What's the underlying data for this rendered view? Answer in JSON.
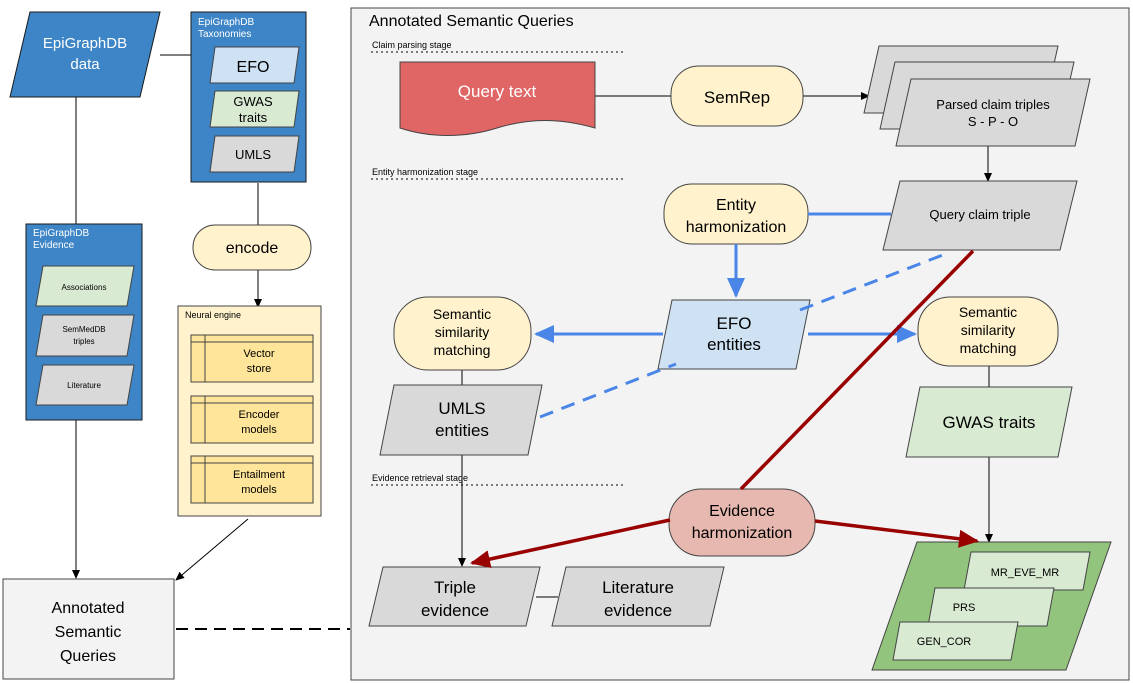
{
  "left": {
    "epigraphdb_data": [
      "EpiGraphDB",
      "data"
    ],
    "taxonomies": {
      "title": [
        "EpiGraphDB",
        "Taxonomies"
      ],
      "efo": "EFO",
      "gwas": [
        "GWAS",
        "traits"
      ],
      "umls": "UMLS"
    },
    "evidence": {
      "title": [
        "EpiGraphDB",
        "Evidence"
      ],
      "associations": "Associations",
      "semmeddb": [
        "SemMedDB",
        "triples"
      ],
      "literature": "Literature"
    },
    "encode": "encode",
    "neural_engine": {
      "title": "Neural engine",
      "vector_store": [
        "Vector",
        "store"
      ],
      "encoder_models": [
        "Encoder",
        "models"
      ],
      "entailment_models": [
        "Entailment",
        "models"
      ]
    },
    "asq": [
      "Annotated",
      "Semantic",
      "Queries"
    ]
  },
  "main": {
    "title": "Annotated Semantic Queries",
    "stages": {
      "claim": "Claim parsing stage",
      "entity": "Entity harmonization stage",
      "evidence": "Evidence retrieval stage"
    },
    "query_text": "Query text",
    "semrep": "SemRep",
    "parsed_claims": [
      "Parsed claim triples",
      "S - P - O"
    ],
    "entity_harmonization": [
      "Entity",
      "harmonization"
    ],
    "query_claim_triple": "Query claim triple",
    "efo_entities": [
      "EFO",
      "entities"
    ],
    "sim_left": [
      "Semantic",
      "similarity",
      "matching"
    ],
    "sim_right": [
      "Semantic",
      "similarity",
      "matching"
    ],
    "umls_entities": [
      "UMLS",
      "entities"
    ],
    "gwas_traits": "GWAS traits",
    "evidence_harmonization": [
      "Evidence",
      "harmonization"
    ],
    "triple_evidence": [
      "Triple",
      "evidence"
    ],
    "literature_evidence": [
      "Literature",
      "evidence"
    ],
    "mr_eve_mr": "MR_EVE_MR",
    "prs": "PRS",
    "gen_cor": "GEN_COR"
  },
  "colors": {
    "blue": "#3d85c6",
    "light_blue": "#cfe2f3",
    "light_green": "#d9ead3",
    "green": "#93c47d",
    "grey": "#d9d9d9",
    "light_yellow": "#fff2cc",
    "yellow": "#ffe599",
    "red": "#e06666",
    "pink": "#e6b8af",
    "dark_red": "#990000",
    "arrow_blue": "#4a86e8"
  }
}
